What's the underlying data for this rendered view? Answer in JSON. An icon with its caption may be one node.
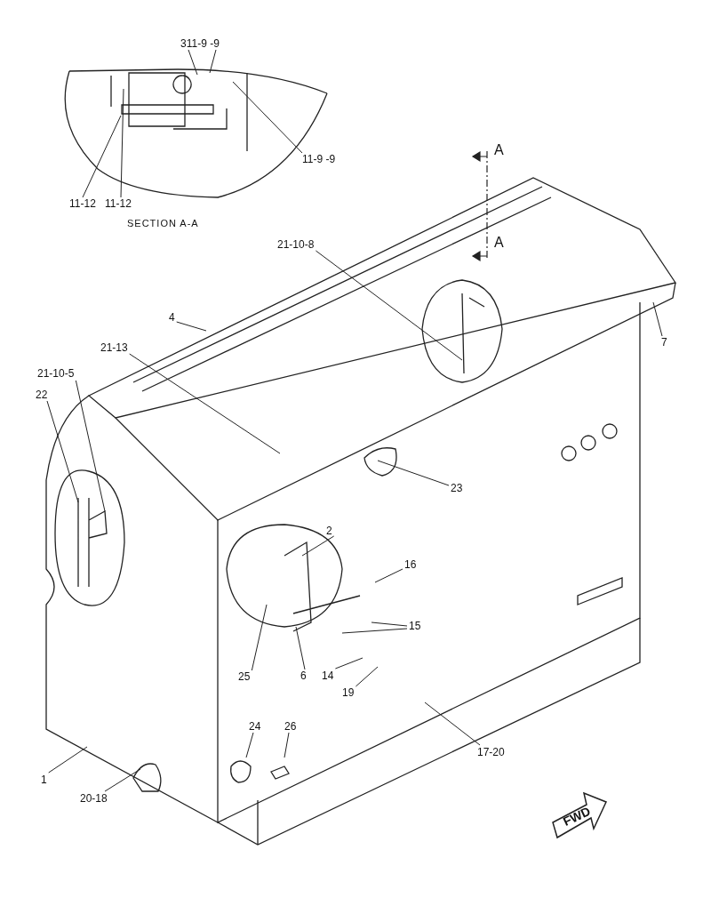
{
  "diagram": {
    "nodes": [
      {
        "text": [
          "311-9 -9"
        ]
      },
      {
        "text": [
          "11-9 -9"
        ]
      },
      {
        "text": [
          "11-12"
        ]
      },
      {
        "text": [
          "11-12"
        ]
      },
      {
        "text": [
          "21-10-8"
        ]
      },
      {
        "text": [
          "4"
        ]
      },
      {
        "text": [
          "7"
        ]
      },
      {
        "text": [
          "21-13"
        ]
      },
      {
        "text": [
          "21-10-5"
        ]
      },
      {
        "text": [
          "22"
        ]
      },
      {
        "text": [
          "23"
        ]
      },
      {
        "text": [
          "2"
        ]
      },
      {
        "text": [
          "16"
        ]
      },
      {
        "text": [
          "15"
        ]
      },
      {
        "text": [
          "25"
        ]
      },
      {
        "text": [
          "6"
        ]
      },
      {
        "text": [
          "14"
        ]
      },
      {
        "text": [
          "19"
        ]
      },
      {
        "text": [
          "24"
        ]
      },
      {
        "text": [
          "26"
        ]
      },
      {
        "text": [
          "17-20"
        ]
      },
      {
        "text": [
          "1"
        ]
      },
      {
        "text": [
          "20-18"
        ]
      }
    ],
    "edges": [
      {
        "from": 0,
        "to": null,
        "arrow": "none"
      },
      {
        "from": 0,
        "to": null,
        "arrow": "none"
      },
      {
        "from": 1,
        "to": null,
        "arrow": "none"
      },
      {
        "from": 2,
        "to": null,
        "arrow": "none"
      },
      {
        "from": 3,
        "to": null,
        "arrow": "none"
      },
      {
        "from": 4,
        "to": null,
        "arrow": "none"
      },
      {
        "from": 5,
        "to": null,
        "arrow": "none"
      },
      {
        "from": 6,
        "to": null,
        "arrow": "none"
      },
      {
        "from": 7,
        "to": null,
        "arrow": "none"
      },
      {
        "from": 8,
        "to": null,
        "arrow": "none"
      },
      {
        "from": 9,
        "to": null,
        "arrow": "none"
      },
      {
        "from": 10,
        "to": null,
        "arrow": "none"
      },
      {
        "from": 11,
        "to": null,
        "arrow": "none"
      },
      {
        "from": 12,
        "to": null,
        "arrow": "none"
      },
      {
        "from": 13,
        "to": null,
        "arrow": "none"
      },
      {
        "from": 13,
        "to": null,
        "arrow": "none"
      },
      {
        "from": 14,
        "to": null,
        "arrow": "none"
      },
      {
        "from": 15,
        "to": null,
        "arrow": "none"
      },
      {
        "from": 16,
        "to": null,
        "arrow": "none"
      },
      {
        "from": 17,
        "to": null,
        "arrow": "none"
      },
      {
        "from": 18,
        "to": null,
        "arrow": "none"
      },
      {
        "from": 19,
        "to": null,
        "arrow": "none"
      },
      {
        "from": 20,
        "to": null,
        "arrow": "none"
      },
      {
        "from": 21,
        "to": null,
        "arrow": "none"
      },
      {
        "from": 22,
        "to": null,
        "arrow": "none"
      }
    ],
    "labels": [
      "A",
      "SECTION A-A",
      "A",
      "FWD"
    ]
  }
}
